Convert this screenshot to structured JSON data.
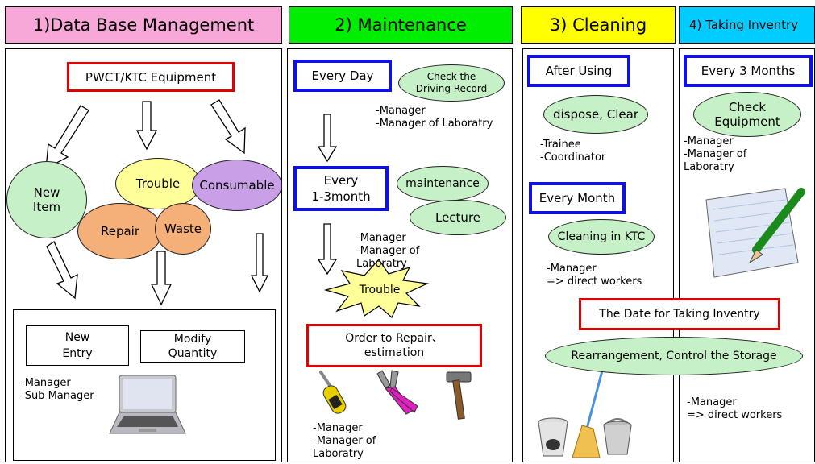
{
  "headers": {
    "col1": "1)Data Base Management",
    "col2": "2) Maintenance",
    "col3": "3) Cleaning",
    "col4": "4) Taking Inventry"
  },
  "col1": {
    "equipment": "PWCT/KTC Equipment",
    "new_item": "New\nItem",
    "trouble": "Trouble",
    "consumable": "Consumable",
    "repair": "Repair",
    "waste": "Waste",
    "new_entry": "New\nEntry",
    "modify_quantity": "Modify\nQuantity",
    "roles": "-Manager\n-Sub Manager"
  },
  "col2": {
    "every_day": "Every Day",
    "check_record": "Check the\nDriving Record",
    "roles1": "-Manager\n-Manager of Laboratry",
    "every_1_3": "Every\n1-3month",
    "maintenance": "maintenance",
    "lecture": "Lecture",
    "roles2": "-Manager\n-Manager of\nLaboratry",
    "trouble": "Trouble",
    "order_repair": "Order to Repair、\nestimation",
    "roles3": "-Manager\n-Manager of\nLaboratry"
  },
  "col3": {
    "after_using": "After Using",
    "dispose_clear": "dispose, Clear",
    "roles1": "-Trainee\n-Coordinator",
    "every_month": "Every Month",
    "cleaning_ktc": "Cleaning in KTC",
    "roles2": "-Manager\n=> direct workers"
  },
  "col4": {
    "every_3_months": "Every 3 Months",
    "check_equipment": "Check\nEquipment",
    "roles1": "-Manager\n-Manager of\nLaboratry",
    "roles2": "-Manager\n=> direct  workers"
  },
  "shared": {
    "date_inventry": "The Date for Taking Inventry",
    "rearrangement": "Rearrangement, Control the Storage"
  },
  "icons": [
    "laptop-icon",
    "screwdriver-icon",
    "pliers-icon",
    "hammer-icon",
    "notepad-pencil-icon",
    "trash-bin-icon",
    "broom-icon",
    "bucket-icon"
  ],
  "colors": {
    "header1": "#f7a8d8",
    "header2": "#00ee00",
    "header3": "#ffff00",
    "header4": "#00ccff",
    "red_box": "#e00000",
    "blue_box": "#1010e0",
    "green_oval": "#c6f0c6",
    "trouble_oval": "#ffff99",
    "consumable_oval": "#c9a0e8",
    "repair_oval": "#f5b07a"
  }
}
